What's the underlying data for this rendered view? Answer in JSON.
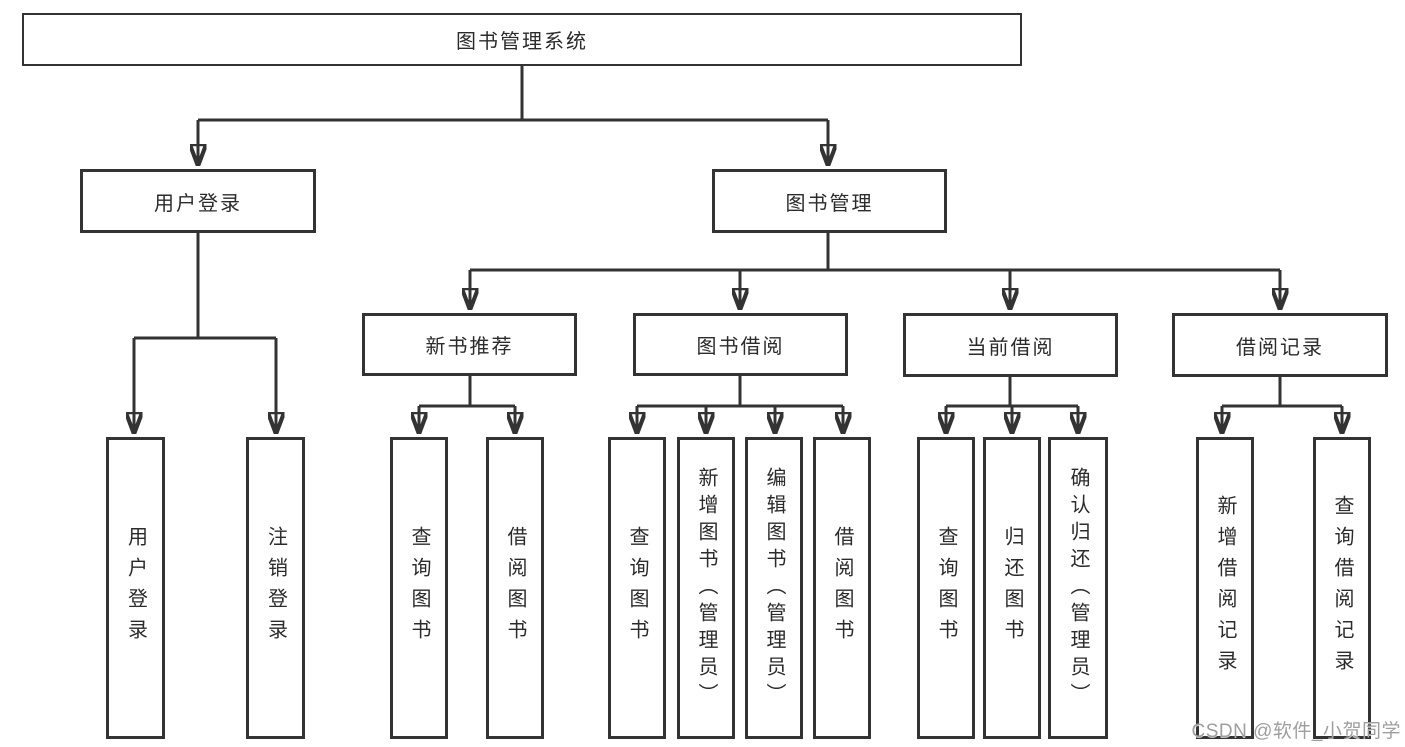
{
  "colors": {
    "background": "#ffffff",
    "line": "#333333",
    "box_border": "#333333",
    "box_fill": "#ffffff",
    "text": "#2b2b2b",
    "watermark": "#9e9e9e"
  },
  "tree": {
    "root": {
      "label": "图书管理系统",
      "children": [
        {
          "label": "用户登录",
          "children": [
            {
              "label": "用户登录"
            },
            {
              "label": "注销登录"
            }
          ]
        },
        {
          "label": "图书管理",
          "children": [
            {
              "label": "新书推荐",
              "children": [
                {
                  "label": "查询图书"
                },
                {
                  "label": "借阅图书"
                }
              ]
            },
            {
              "label": "图书借阅",
              "children": [
                {
                  "label": "查询图书"
                },
                {
                  "label": "新增图书（管理员）"
                },
                {
                  "label": "编辑图书（管理员）"
                },
                {
                  "label": "借阅图书"
                }
              ]
            },
            {
              "label": "当前借阅",
              "children": [
                {
                  "label": "查询图书"
                },
                {
                  "label": "归还图书"
                },
                {
                  "label": "确认归还（管理员）"
                }
              ]
            },
            {
              "label": "借阅记录",
              "children": [
                {
                  "label": "新增借阅记录"
                },
                {
                  "label": "查询借阅记录"
                }
              ]
            }
          ]
        }
      ]
    }
  },
  "watermark": {
    "text": "CSDN @软件_小贺同学"
  }
}
